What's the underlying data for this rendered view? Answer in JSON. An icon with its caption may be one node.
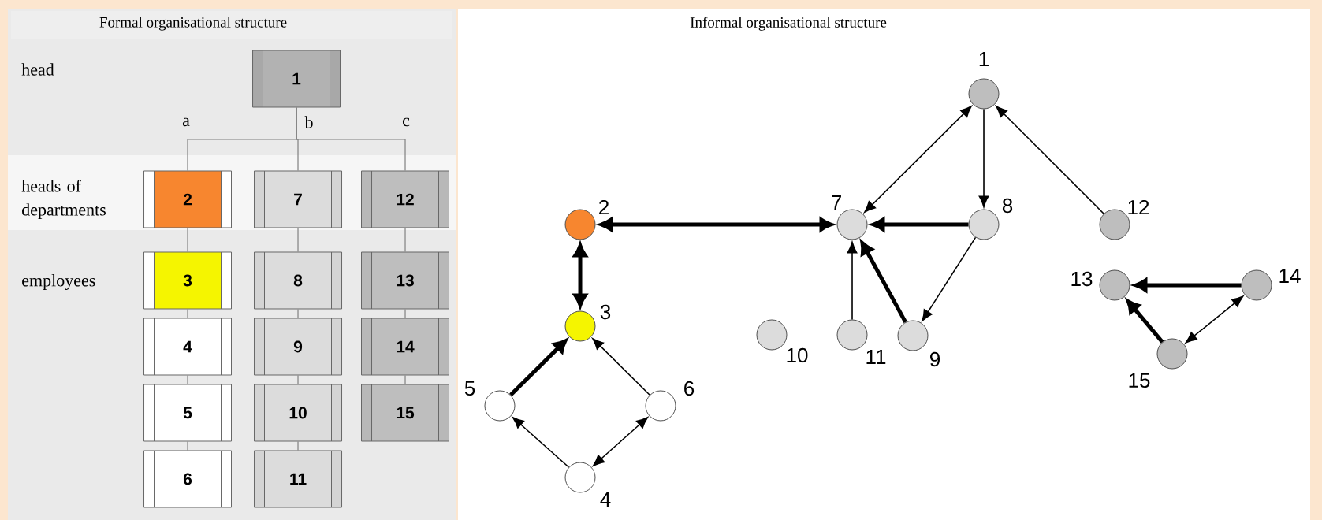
{
  "diagram": {
    "nodes": [
      {
        "text": [
          "1"
        ]
      },
      {
        "text": [
          "2"
        ]
      },
      {
        "text": [
          "3"
        ]
      },
      {
        "text": [
          "4"
        ]
      },
      {
        "text": [
          "5"
        ]
      },
      {
        "text": [
          "6"
        ]
      },
      {
        "text": [
          "7"
        ]
      },
      {
        "text": [
          "8"
        ]
      },
      {
        "text": [
          "9"
        ]
      },
      {
        "text": [
          "10"
        ]
      },
      {
        "text": [
          "11"
        ]
      },
      {
        "text": [
          "12"
        ]
      },
      {
        "text": [
          "13"
        ]
      },
      {
        "text": [
          "14"
        ]
      },
      {
        "text": [
          "15"
        ]
      },
      {
        "text": [],
        "shape": "circle",
        "beside": [
          "1"
        ]
      },
      {
        "text": [],
        "shape": "circle",
        "beside": [
          "2"
        ]
      },
      {
        "text": [],
        "shape": "circle",
        "beside": [
          "3"
        ]
      },
      {
        "text": [],
        "shape": "circle",
        "beside": [
          "4"
        ]
      },
      {
        "text": [],
        "shape": "circle",
        "beside": [
          "5"
        ]
      },
      {
        "text": [],
        "shape": "circle",
        "beside": [
          "6"
        ]
      },
      {
        "text": [],
        "shape": "circle",
        "beside": [
          "7"
        ]
      },
      {
        "text": [],
        "shape": "circle",
        "beside": [
          "8"
        ]
      },
      {
        "text": [],
        "shape": "circle",
        "beside": [
          "9"
        ]
      },
      {
        "text": [],
        "shape": "circle",
        "beside": [
          "10"
        ]
      },
      {
        "text": [],
        "shape": "circle",
        "beside": [
          "11"
        ]
      },
      {
        "text": [],
        "shape": "circle",
        "beside": [
          "12"
        ]
      },
      {
        "text": [],
        "shape": "circle",
        "beside": [
          "13"
        ]
      },
      {
        "text": [],
        "shape": "circle",
        "beside": [
          "14"
        ]
      },
      {
        "text": [],
        "shape": "circle",
        "beside": [
          "15"
        ]
      }
    ],
    "edges": [
      {
        "from": 0,
        "to": 1,
        "arrow": "none",
        "color": "#808080"
      },
      {
        "from": 0,
        "to": 6,
        "arrow": "none",
        "color": "#808080"
      },
      {
        "from": 0,
        "to": 11,
        "arrow": "none",
        "color": "#808080"
      },
      {
        "from": 1,
        "to": 2,
        "arrow": "none",
        "color": "#808080"
      },
      {
        "from": 2,
        "to": 3,
        "arrow": "none",
        "color": "#808080"
      },
      {
        "from": 3,
        "to": 4,
        "arrow": "none",
        "color": "#808080"
      },
      {
        "from": 4,
        "to": 5,
        "arrow": "none",
        "color": "#808080"
      },
      {
        "from": 6,
        "to": 7,
        "arrow": "none",
        "color": "#808080"
      },
      {
        "from": 7,
        "to": 8,
        "arrow": "none",
        "color": "#808080"
      },
      {
        "from": 8,
        "to": 9,
        "arrow": "none",
        "color": "#808080"
      },
      {
        "from": 9,
        "to": 10,
        "arrow": "none",
        "color": "#808080"
      },
      {
        "from": 11,
        "to": 12,
        "arrow": "none",
        "color": "#808080"
      },
      {
        "from": 12,
        "to": 13,
        "arrow": "none",
        "color": "#808080"
      },
      {
        "from": 13,
        "to": 14,
        "arrow": "none",
        "color": "#808080"
      },
      {
        "from": 16,
        "to": 21,
        "arrow": "both",
        "style": "thick"
      },
      {
        "from": 16,
        "to": 17,
        "arrow": "both",
        "style": "thick"
      },
      {
        "from": 19,
        "to": 17,
        "arrow": "to",
        "style": "thick"
      },
      {
        "from": 20,
        "to": 17,
        "arrow": "to"
      },
      {
        "from": 18,
        "to": 19,
        "arrow": "to"
      },
      {
        "from": 18,
        "to": 20,
        "arrow": "both"
      },
      {
        "from": 15,
        "to": 21,
        "arrow": "both"
      },
      {
        "from": 15,
        "to": 22,
        "arrow": "to"
      },
      {
        "from": 26,
        "to": 15,
        "arrow": "to"
      },
      {
        "from": 22,
        "to": 21,
        "arrow": "to",
        "style": "thick"
      },
      {
        "from": 25,
        "to": 21,
        "arrow": "to"
      },
      {
        "from": 23,
        "to": 21,
        "arrow": "to",
        "style": "thick"
      },
      {
        "from": 22,
        "to": 23,
        "arrow": "to"
      },
      {
        "from": 28,
        "to": 27,
        "arrow": "to",
        "style": "thick"
      },
      {
        "from": 29,
        "to": 27,
        "arrow": "to",
        "style": "thick"
      },
      {
        "from": 29,
        "to": 28,
        "arrow": "both"
      }
    ],
    "labels": [
      "Formal organisational structure",
      "Informal organisational structure",
      "head",
      "a",
      "b",
      "c",
      "heads of departments",
      "employees"
    ]
  }
}
